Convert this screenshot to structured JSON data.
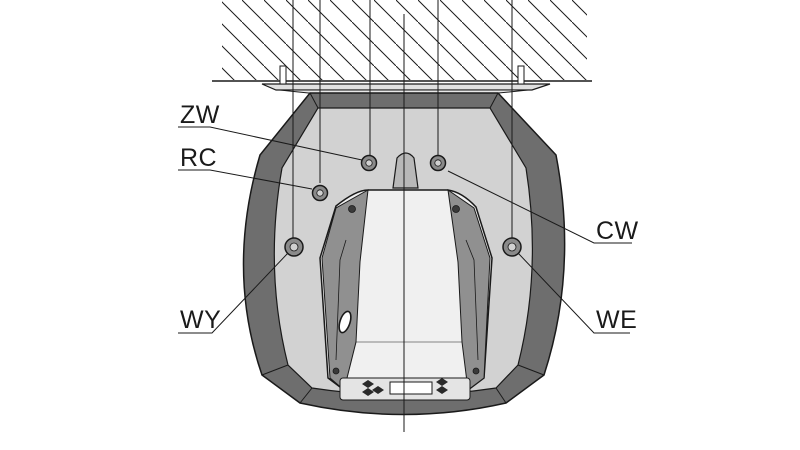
{
  "diagram": {
    "labels": {
      "zw": "ZW",
      "rc": "RC",
      "cw": "CW",
      "wy": "WY",
      "we": "WE"
    },
    "colors": {
      "outline": "#1a1a1a",
      "outer_shell": "#6e6e6e",
      "inner_shell": "#d2d2d2",
      "front_panel": "#f0f0f0",
      "panel_side": "#909090",
      "connection_fill": "#8a8a8a"
    }
  }
}
